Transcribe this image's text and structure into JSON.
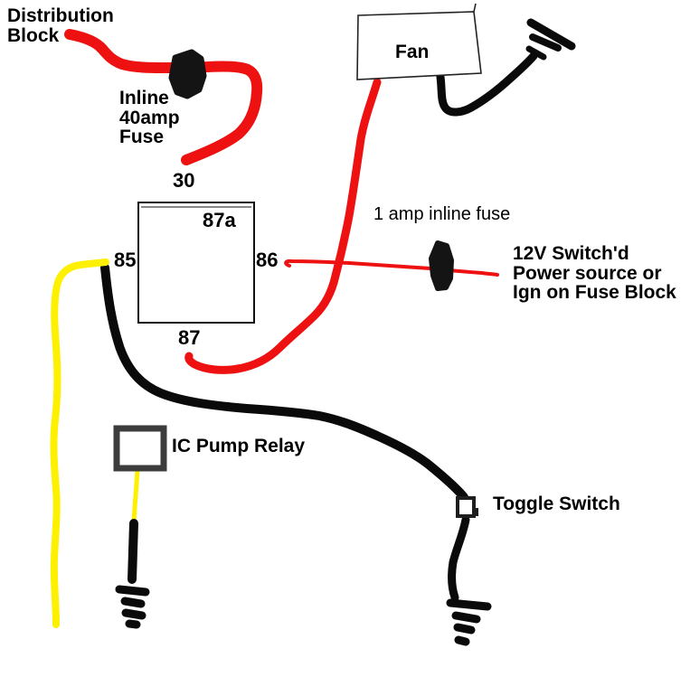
{
  "diagram": {
    "type": "automotive-relay-wiring-diagram",
    "labels": {
      "distribution_block": "Distribution\nBlock",
      "inline_40amp_fuse": "Inline\n40amp\nFuse",
      "fan": "Fan",
      "one_amp_inline_fuse": "1 amp inline fuse",
      "power_source": "12V Switch'd\nPower source or\nIgn on Fuse Block",
      "ic_pump_relay": "IC Pump Relay",
      "toggle_switch": "Toggle Switch"
    },
    "terminals": {
      "t30": "30",
      "t87a": "87a",
      "t85": "85",
      "t86": "86",
      "t87": "87"
    },
    "colors": {
      "red_wire": "#ee1111",
      "yellow_wire": "#fdf000",
      "black_wire": "#0a0a0a",
      "fuse_body": "#141414",
      "relay_outline": "#111111",
      "fan_outline": "#222222",
      "ic_relay_outline": "#3c3c3c",
      "toggle_outline": "#1e1e1e"
    }
  }
}
